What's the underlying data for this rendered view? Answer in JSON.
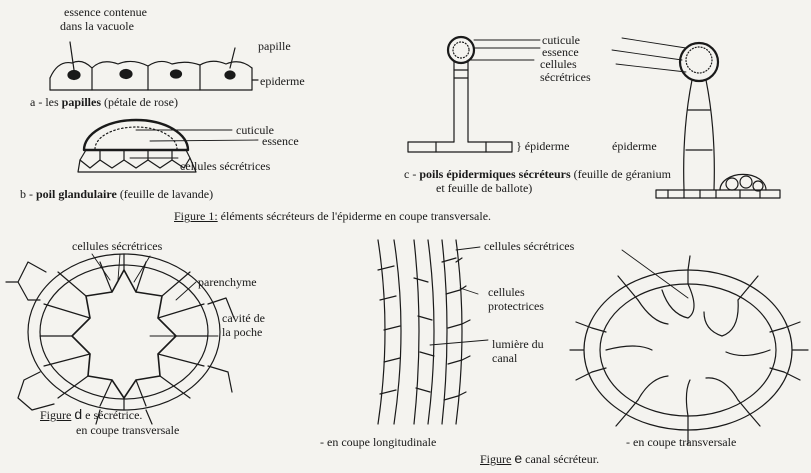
{
  "fig1": {
    "a": {
      "essence_line1": "essence contenue",
      "essence_line2": "dans la vacuole",
      "papille": "papille",
      "epiderme": "epiderme",
      "caption_prefix": "a - les",
      "caption_bold": "papilles",
      "caption_suffix": "(pétale de rose)"
    },
    "b": {
      "cuticule": "cuticule",
      "essence": "essence",
      "cellules": "cellules sécrétrices",
      "caption_prefix": "b -",
      "caption_bold": "poil glandulaire",
      "caption_suffix": "(feuille de lavande)"
    },
    "c": {
      "cuticule": "cuticule",
      "essence": "essence",
      "cellules_line1": "cellules",
      "cellules_line2": "sécrétrices",
      "epiderme1": "} épiderme",
      "epiderme2": "épiderme",
      "caption_prefix": "c -",
      "caption_bold": "poils épidermiques sécréteurs",
      "caption_suffix": "(feuille de géranium",
      "caption_line2": "et feuille de ballote)"
    },
    "caption_label": "Figure 1:",
    "caption_text": "éléments sécréteurs de l'épiderme en coupe transversale."
  },
  "fig2": {
    "d": {
      "cellules": "cellules sécrétrices",
      "parenchyme": "parenchyme",
      "cavite_line1": "cavité de",
      "cavite_line2": "la poche",
      "figure_word": "Figure",
      "letter": "d",
      "caption_rest": "e sécrétrice.",
      "caption_line2": "en coupe transversale"
    },
    "e": {
      "cellules": "cellules sécrétrices",
      "protect_line1": "cellules",
      "protect_line2": "protectrices",
      "lumiere_line1": "lumière du",
      "lumiere_line2": "canal",
      "long": "- en coupe longitudinale",
      "trans": "- en coupe transversale",
      "figure_word": "Figure",
      "letter": "e",
      "caption_rest": "canal sécréteur."
    }
  }
}
